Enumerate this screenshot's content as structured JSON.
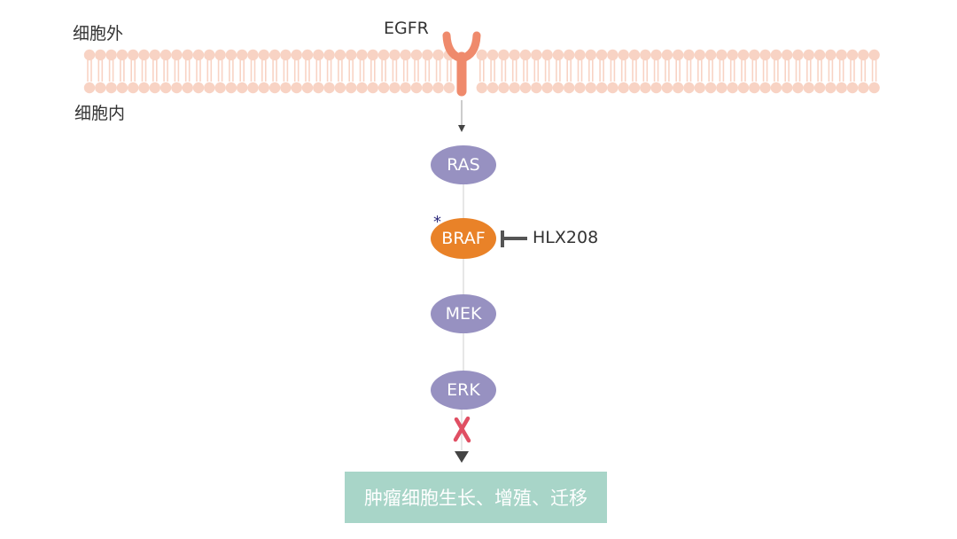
{
  "labels": {
    "outside": "细胞外",
    "inside": "细胞内",
    "receptor": "EGFR",
    "inhibitor": "HLX208",
    "outcome": "肿瘤细胞生长、增殖、迁移"
  },
  "pathway": [
    {
      "id": "ras",
      "label": "RAS",
      "mutated": false
    },
    {
      "id": "braf",
      "label": "BRAF",
      "mutated": true
    },
    {
      "id": "mek",
      "label": "MEK",
      "mutated": false
    },
    {
      "id": "erk",
      "label": "ERK",
      "mutated": false
    }
  ],
  "mutation_mark": "*",
  "colors": {
    "membrane": "#f8d3c4",
    "receptor": "#ef8a6c",
    "node": "#9791c1",
    "mutated_node": "#e98228",
    "block_mark": "#e04f63",
    "outcome_box": "#a8d5c8",
    "star": "#2d2a7a",
    "connector": "#cfcfcf",
    "arrow": "#444444"
  }
}
